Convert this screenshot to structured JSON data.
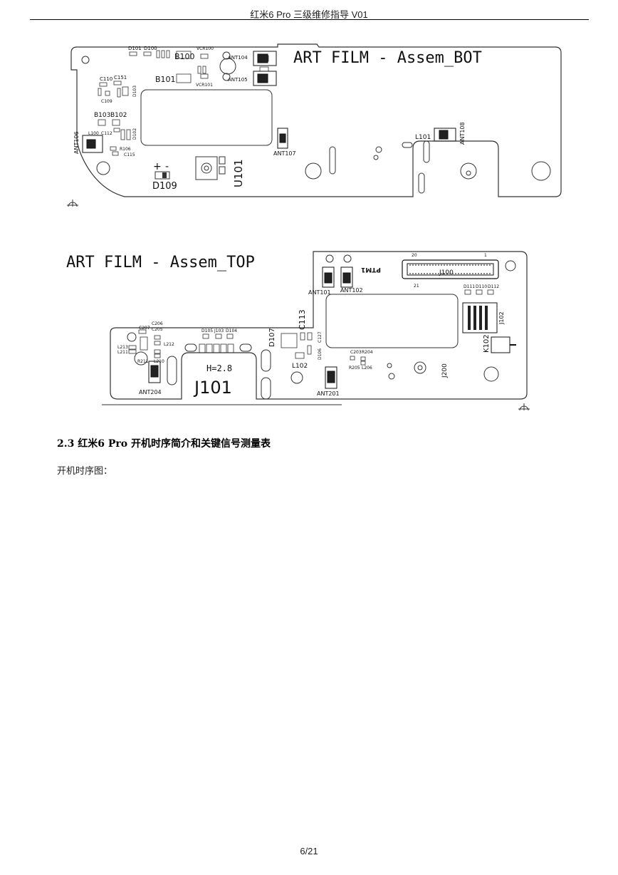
{
  "header": {
    "title": "红米6 Pro 三级维修指导 V01"
  },
  "figure_bot": {
    "title": "ART FILM - Assem_BOT",
    "labels": {
      "d101": "D101",
      "d100": "D100",
      "b100": "B100",
      "vcr100": "VCR100",
      "b101": "B101",
      "vcr101": "VCR101",
      "ant104": "ANT104",
      "ant105": "ANT105",
      "c110": "C110",
      "c151": "C151",
      "c109": "C109",
      "d103": "D103",
      "b103": "B103",
      "b102": "B102",
      "l100": "L100",
      "c112": "C112",
      "d102": "D102",
      "ant106": "ANT106",
      "r106": "R106",
      "c115": "C115",
      "plus": "+",
      "minus": "-",
      "d109": "D109",
      "u101": "U101",
      "ant107": "ANT107",
      "l101": "L101",
      "ant108": "ANT108"
    }
  },
  "figure_top": {
    "title": "ART FILM - Assem_TOP",
    "labels": {
      "pin20": "20",
      "pin1": "1",
      "pin21": "21",
      "j100": "J100",
      "ptm1": "PTM1",
      "ant101": "ANT101",
      "ant102": "ANT102",
      "d111": "D111",
      "d110": "D110",
      "d112": "D112",
      "j102": "J102",
      "c113": "C113",
      "c206": "C206",
      "c207": "C207",
      "c205": "C205",
      "d105": "D105",
      "j103": "J103",
      "d104": "D104",
      "d107": "D107",
      "c127": "C127",
      "l213": "L213",
      "l211": "L211",
      "l212": "L212",
      "l210": "L210",
      "r211": "R211",
      "h28": "H=2.8",
      "j101": "J101",
      "ant204": "ANT204",
      "l102": "L102",
      "d106": "D106",
      "c203": "C203",
      "r204": "R204",
      "r205": "R205",
      "l206": "L206",
      "j200": "J200",
      "k102": "K102",
      "ant201": "ANT201"
    }
  },
  "section": {
    "title": "2.3 红米6 Pro 开机时序简介和关键信号测量表",
    "paragraph": "开机时序图："
  },
  "footer": {
    "page_number": "6/21"
  }
}
